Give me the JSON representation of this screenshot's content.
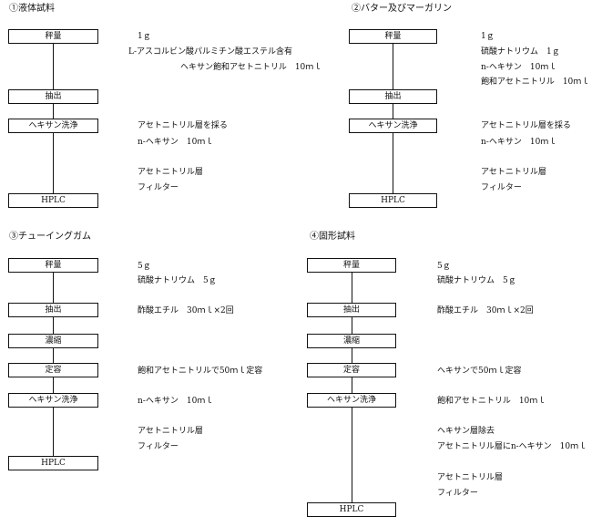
{
  "sections": [
    {
      "title": "①液体試料",
      "steps": [
        "秤量",
        "抽出",
        "ヘキサン洗浄",
        "HPLC"
      ],
      "notes": [
        "1ｇ",
        "L-アスコルビン酸パルミチン酸エステル含有",
        "ヘキサン飽和アセトニトリル　10ｍｌ",
        "アセトニトリル層を採る",
        "n-ヘキサン　10ｍｌ",
        "アセトニトリル層",
        "フィルター"
      ]
    },
    {
      "title": "②バター及びマーガリン",
      "steps": [
        "秤量",
        "抽出",
        "ヘキサン洗浄",
        "HPLC"
      ],
      "notes": [
        "1ｇ",
        "硫酸ナトリウム　1ｇ",
        "n-ヘキサン　10ｍｌ",
        "飽和アセトニトリル　10ｍｌ",
        "アセトニトリル層を採る",
        "n-ヘキサン　10ｍｌ",
        "アセトニトリル層",
        "フィルター"
      ]
    },
    {
      "title": "③チューイングガム",
      "steps": [
        "秤量",
        "抽出",
        "濃縮",
        "定容",
        "ヘキサン洗浄",
        "HPLC"
      ],
      "notes": [
        "5ｇ",
        "硫酸ナトリウム　5ｇ",
        "酢酸エチル　30ｍｌ×2回",
        "飽和アセトニトリルで50ｍｌ定容",
        "n-ヘキサン　10ｍｌ",
        "アセトニトリル層",
        "フィルター"
      ]
    },
    {
      "title": "④固形試料",
      "steps": [
        "秤量",
        "抽出",
        "濃縮",
        "定容",
        "ヘキサン洗浄",
        "HPLC"
      ],
      "notes": [
        "5ｇ",
        "硫酸ナトリウム　5ｇ",
        "酢酸エチル　30ｍｌ×2回",
        "ヘキサンで50ｍｌ定容",
        "飽和アセトニトリル　10ｍｌ",
        "ヘキサン層除去",
        "アセトニトリル層にn-ヘキサン　10ｍｌ",
        "アセトニトリル層",
        "フィルター"
      ]
    }
  ]
}
